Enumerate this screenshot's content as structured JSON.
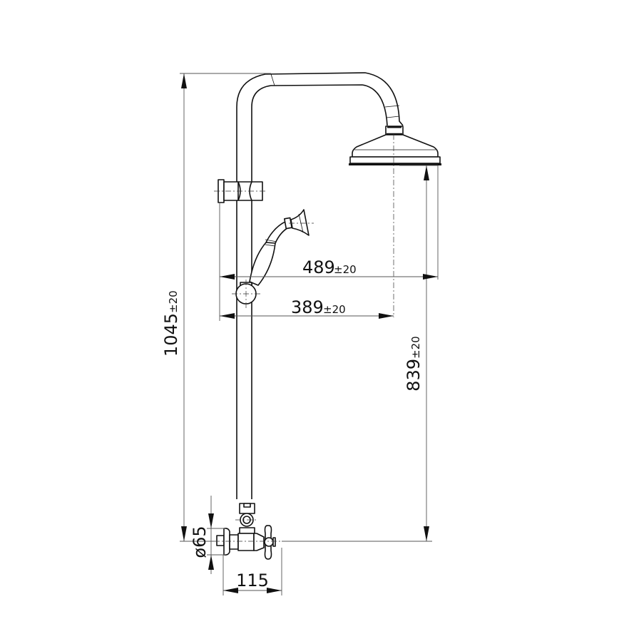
{
  "dimensions": {
    "total_height": {
      "value": "1045",
      "tolerance": "±20"
    },
    "head_height": {
      "value": "839",
      "tolerance": "±20"
    },
    "arm_reach_outer": {
      "value": "489",
      "tolerance": "±20"
    },
    "arm_reach_center": {
      "value": "389",
      "tolerance": "±20"
    },
    "flange_diameter": {
      "value": "ø65"
    },
    "valve_depth": {
      "value": "115"
    }
  }
}
